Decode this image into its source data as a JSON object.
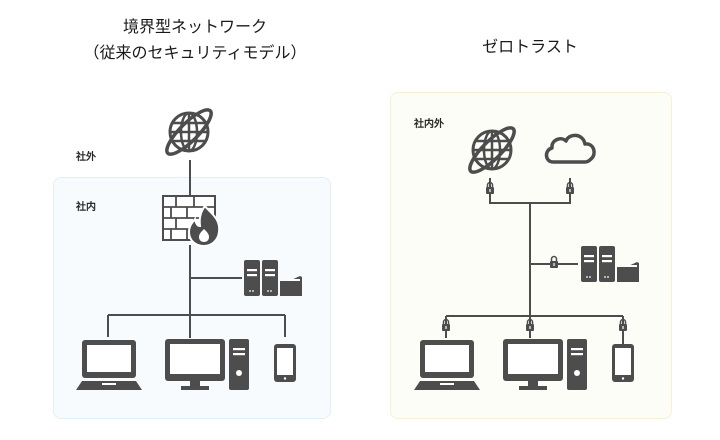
{
  "left_diagram": {
    "title_line1": "境界型ネットワーク",
    "title_line2": "（従来のセキュリティモデル）",
    "zone_outside_label": "社外",
    "zone_inside_label": "社内",
    "nodes": [
      "internet",
      "firewall",
      "server-storage",
      "laptop",
      "desktop-pc",
      "smartphone"
    ]
  },
  "right_diagram": {
    "title": "ゼロトラスト",
    "zone_label": "社内外",
    "nodes": [
      "internet",
      "cloud",
      "server-storage",
      "laptop",
      "desktop-pc",
      "smartphone"
    ],
    "secured_connections": 6
  },
  "colors": {
    "icon": "#4d4d4d",
    "left_zone_bg": "#f7fbfd",
    "left_zone_border": "#e3eff7",
    "right_zone_bg": "#fdfdf7",
    "right_zone_border": "#f7f0d4"
  }
}
